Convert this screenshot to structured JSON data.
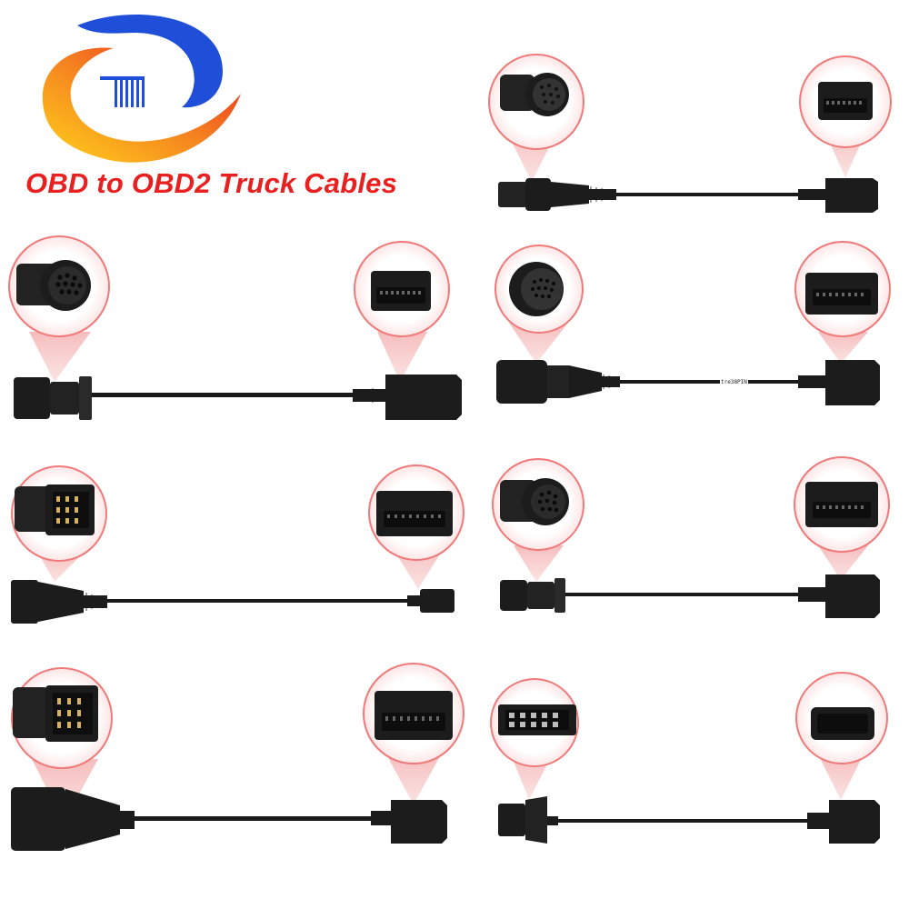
{
  "title": "OBD to OBD2 Truck Cables",
  "cable_label": "tre38PIN",
  "colors": {
    "title": "#e8201f",
    "logo_blue": "#1f4fd8",
    "logo_orange": "#f58220",
    "logo_yellow": "#ffc21a",
    "logo_red": "#e8201f",
    "connector": "#1c1c1c",
    "bubble_border": "#f07a7a",
    "bubble_pointer": "#f5b5b5"
  },
  "cables": [
    {
      "name": "cable-round-pin-top-right",
      "left_connector": "round-multipin-icon",
      "right_connector": "obd2-female-icon"
    },
    {
      "name": "cable-round-14-pin",
      "left_connector": "round-14pin-icon",
      "right_connector": "obd2-female-icon"
    },
    {
      "name": "cable-round-38-pin",
      "left_connector": "round-38pin-icon",
      "right_connector": "obd2-female-icon"
    },
    {
      "name": "cable-12-pin-square",
      "left_connector": "square-12pin-icon",
      "right_connector": "obd2-female-icon"
    },
    {
      "name": "cable-round-16-pin",
      "left_connector": "round-16pin-icon",
      "right_connector": "obd2-female-icon"
    },
    {
      "name": "cable-12-pin-large",
      "left_connector": "square-12pin-icon",
      "right_connector": "obd2-female-icon"
    },
    {
      "name": "cable-flat-10-pin",
      "left_connector": "flat-10pin-icon",
      "right_connector": "obd2-female-icon"
    }
  ]
}
